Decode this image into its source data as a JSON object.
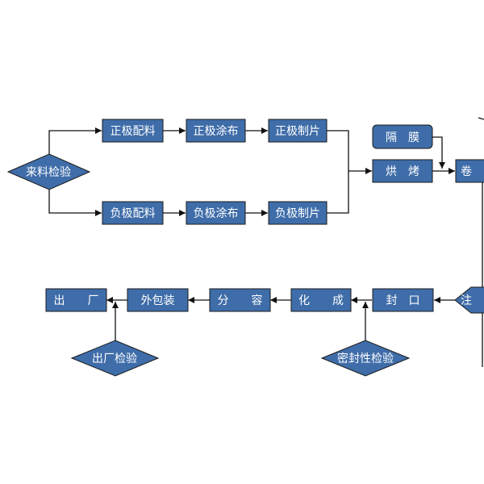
{
  "colors": {
    "node_fill": "#3f6da9",
    "node_stroke": "#1a1a1a",
    "node_text": "#ffffff",
    "connector": "#111111",
    "background": "#ffffff"
  },
  "nodes": {
    "incoming_inspection": "来料检验",
    "positive_batching": "正极配料",
    "positive_coating": "正极涂布",
    "positive_cutting": "正极制片",
    "negative_batching": "负极配料",
    "negative_coating": "负极涂布",
    "negative_cutting": "负极制片",
    "separator": "隔　膜",
    "baking": "烘　烤",
    "winding": "卷",
    "injection": "注",
    "sealing": "封　口",
    "formation": "化　　成",
    "sorting": "分　　容",
    "outer_packaging": "外包装",
    "shipment": "出　　厂",
    "shipment_inspection": "出厂检验",
    "seal_inspection": "密封性检验"
  }
}
